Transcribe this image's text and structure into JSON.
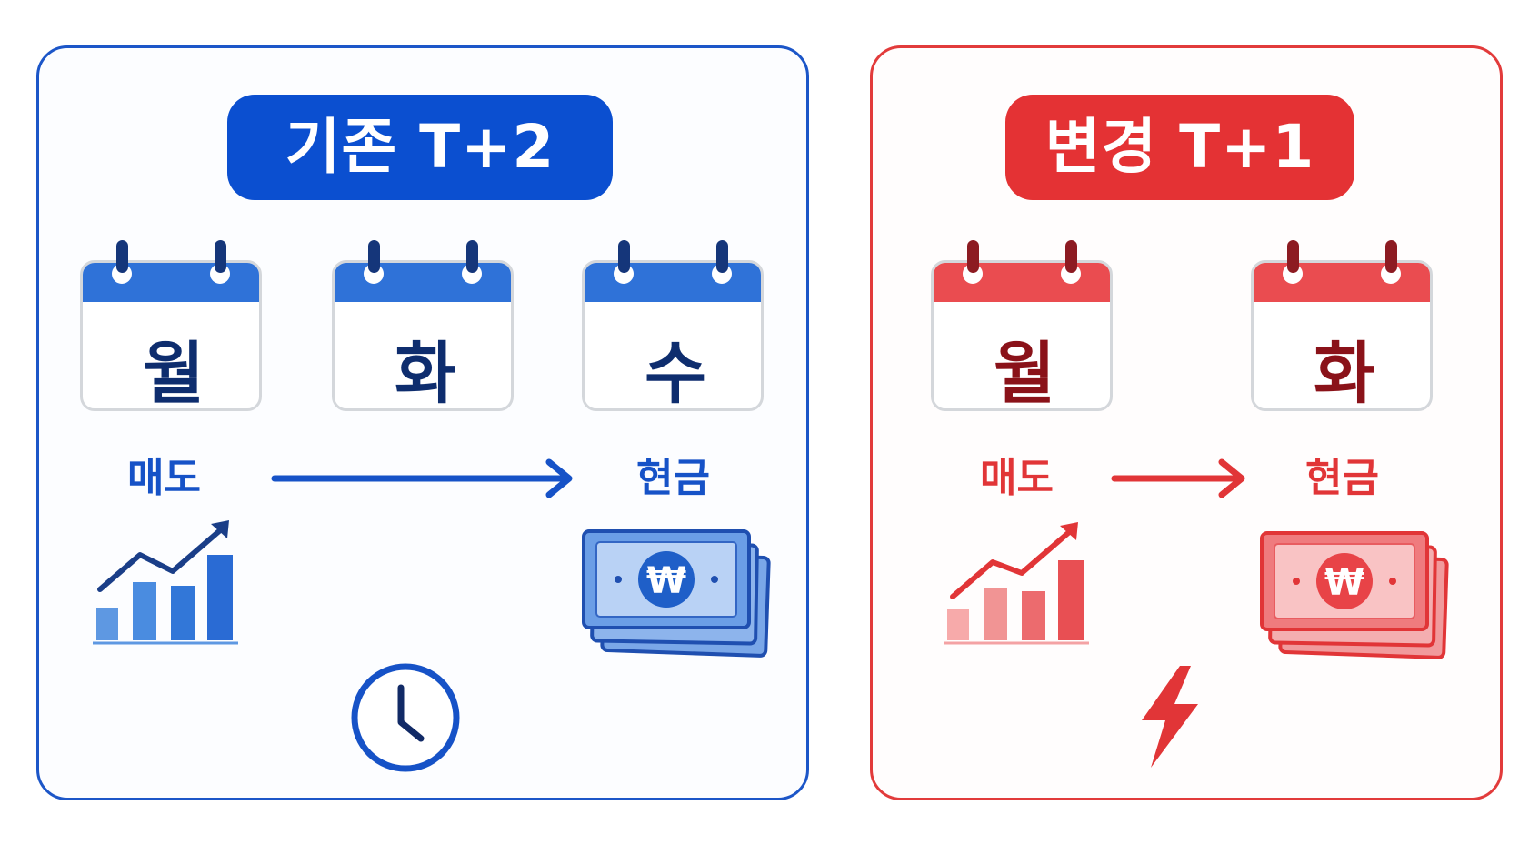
{
  "left": {
    "title": "기존 T+2",
    "days": [
      "월",
      "화",
      "수"
    ],
    "sell_label": "매도",
    "cash_label": "현금",
    "icon": "clock-icon",
    "color": "#0b4fd0"
  },
  "right": {
    "title": "변경 T+1",
    "days": [
      "월",
      "화"
    ],
    "sell_label": "매도",
    "cash_label": "현금",
    "icon": "lightning-icon",
    "color": "#e43234"
  },
  "currency_symbol": "₩"
}
